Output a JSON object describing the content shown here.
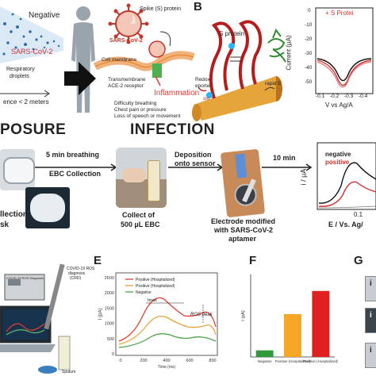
{
  "exposure": {
    "negative": "Negative",
    "sars": "SARS-CoV-2",
    "respiratory": "Respiratory",
    "droplets": "droplets",
    "distance": "ence < 2 meters",
    "title": "POSURE"
  },
  "infection": {
    "spike": "Spike (S) protein",
    "sars": "SARS-CoV-2",
    "membrane": "Cell membrane",
    "transmembrane": "Transmembrane",
    "ace2": "ACE-2 receptor",
    "inflammation": "Inflammation",
    "symptoms": [
      "Difficulty breathing",
      "Chest pain or pressure",
      "Loss of speech or movement"
    ],
    "title": "INFECTION"
  },
  "panel_b": {
    "label": "B",
    "sprotein": "S protein",
    "redox": "Redox",
    "reporter": "eporter",
    "rapid": "rapid E",
    "slow": "slo"
  },
  "cv_top": {
    "legend": "+ S Protei",
    "ylabel": "Current (µA)",
    "xlabel": "V vs Ag/A",
    "yticks": [
      "0",
      "-10",
      "-20",
      "-30",
      "-40",
      "-50"
    ],
    "xticks": [
      "-0.1",
      "-0.2",
      "-0.3",
      "-0.4"
    ]
  },
  "workflow": {
    "step1": "5 min breathing",
    "step1b": "EBC Collection",
    "llection": "llection",
    "sk": "sk",
    "collect": "Collect of",
    "volume": "500 µL EBC",
    "deposition": "Deposition",
    "onto": "onto sensor",
    "time": "10 min",
    "electrode1": "Electrode modified",
    "electrode2": "with SARS-CoV-2",
    "electrode3": "aptamer"
  },
  "cv_mid": {
    "ylabel": "i / µA",
    "xlabel": "E / Vs. Ag/",
    "negative": "negative",
    "positive": "positive",
    "xtick": "0.1"
  },
  "device": {
    "label1": "COVID-19 ROS",
    "label2": "diagnosis",
    "label3": "(CRD)",
    "box": "COVID-19 ROS Diagnosis",
    "sputum": "Sputum"
  },
  "panel_e": {
    "label": "E",
    "ylabel": "I (pA)",
    "imax": "Imax",
    "ros": "ROS peak",
    "xlabel": "Time (ms)",
    "legend": [
      "Positive (Hospitalized)",
      "Positive (Hospitalized)",
      "Negative"
    ],
    "colors": [
      "#e23b2e",
      "#e8a33a",
      "#49a54a"
    ],
    "yticks": [
      "2500",
      "2000",
      "1500",
      "1000",
      "500",
      "0"
    ],
    "xticks": [
      "0",
      "200",
      "400",
      "600",
      "800"
    ]
  },
  "panel_f": {
    "label": "F",
    "ylabel": "I (pA)",
    "categories": [
      "Negative",
      "Positive (Hospitalized)",
      "Positive (Hospitalized)"
    ],
    "colors": [
      "#2e9a3a",
      "#f5a623",
      "#e02020"
    ],
    "values": [
      80,
      520,
      800
    ],
    "ylim": [
      0,
      1000
    ]
  },
  "panel_g": {
    "label": "G",
    "items": [
      "i",
      "i",
      "i"
    ]
  }
}
